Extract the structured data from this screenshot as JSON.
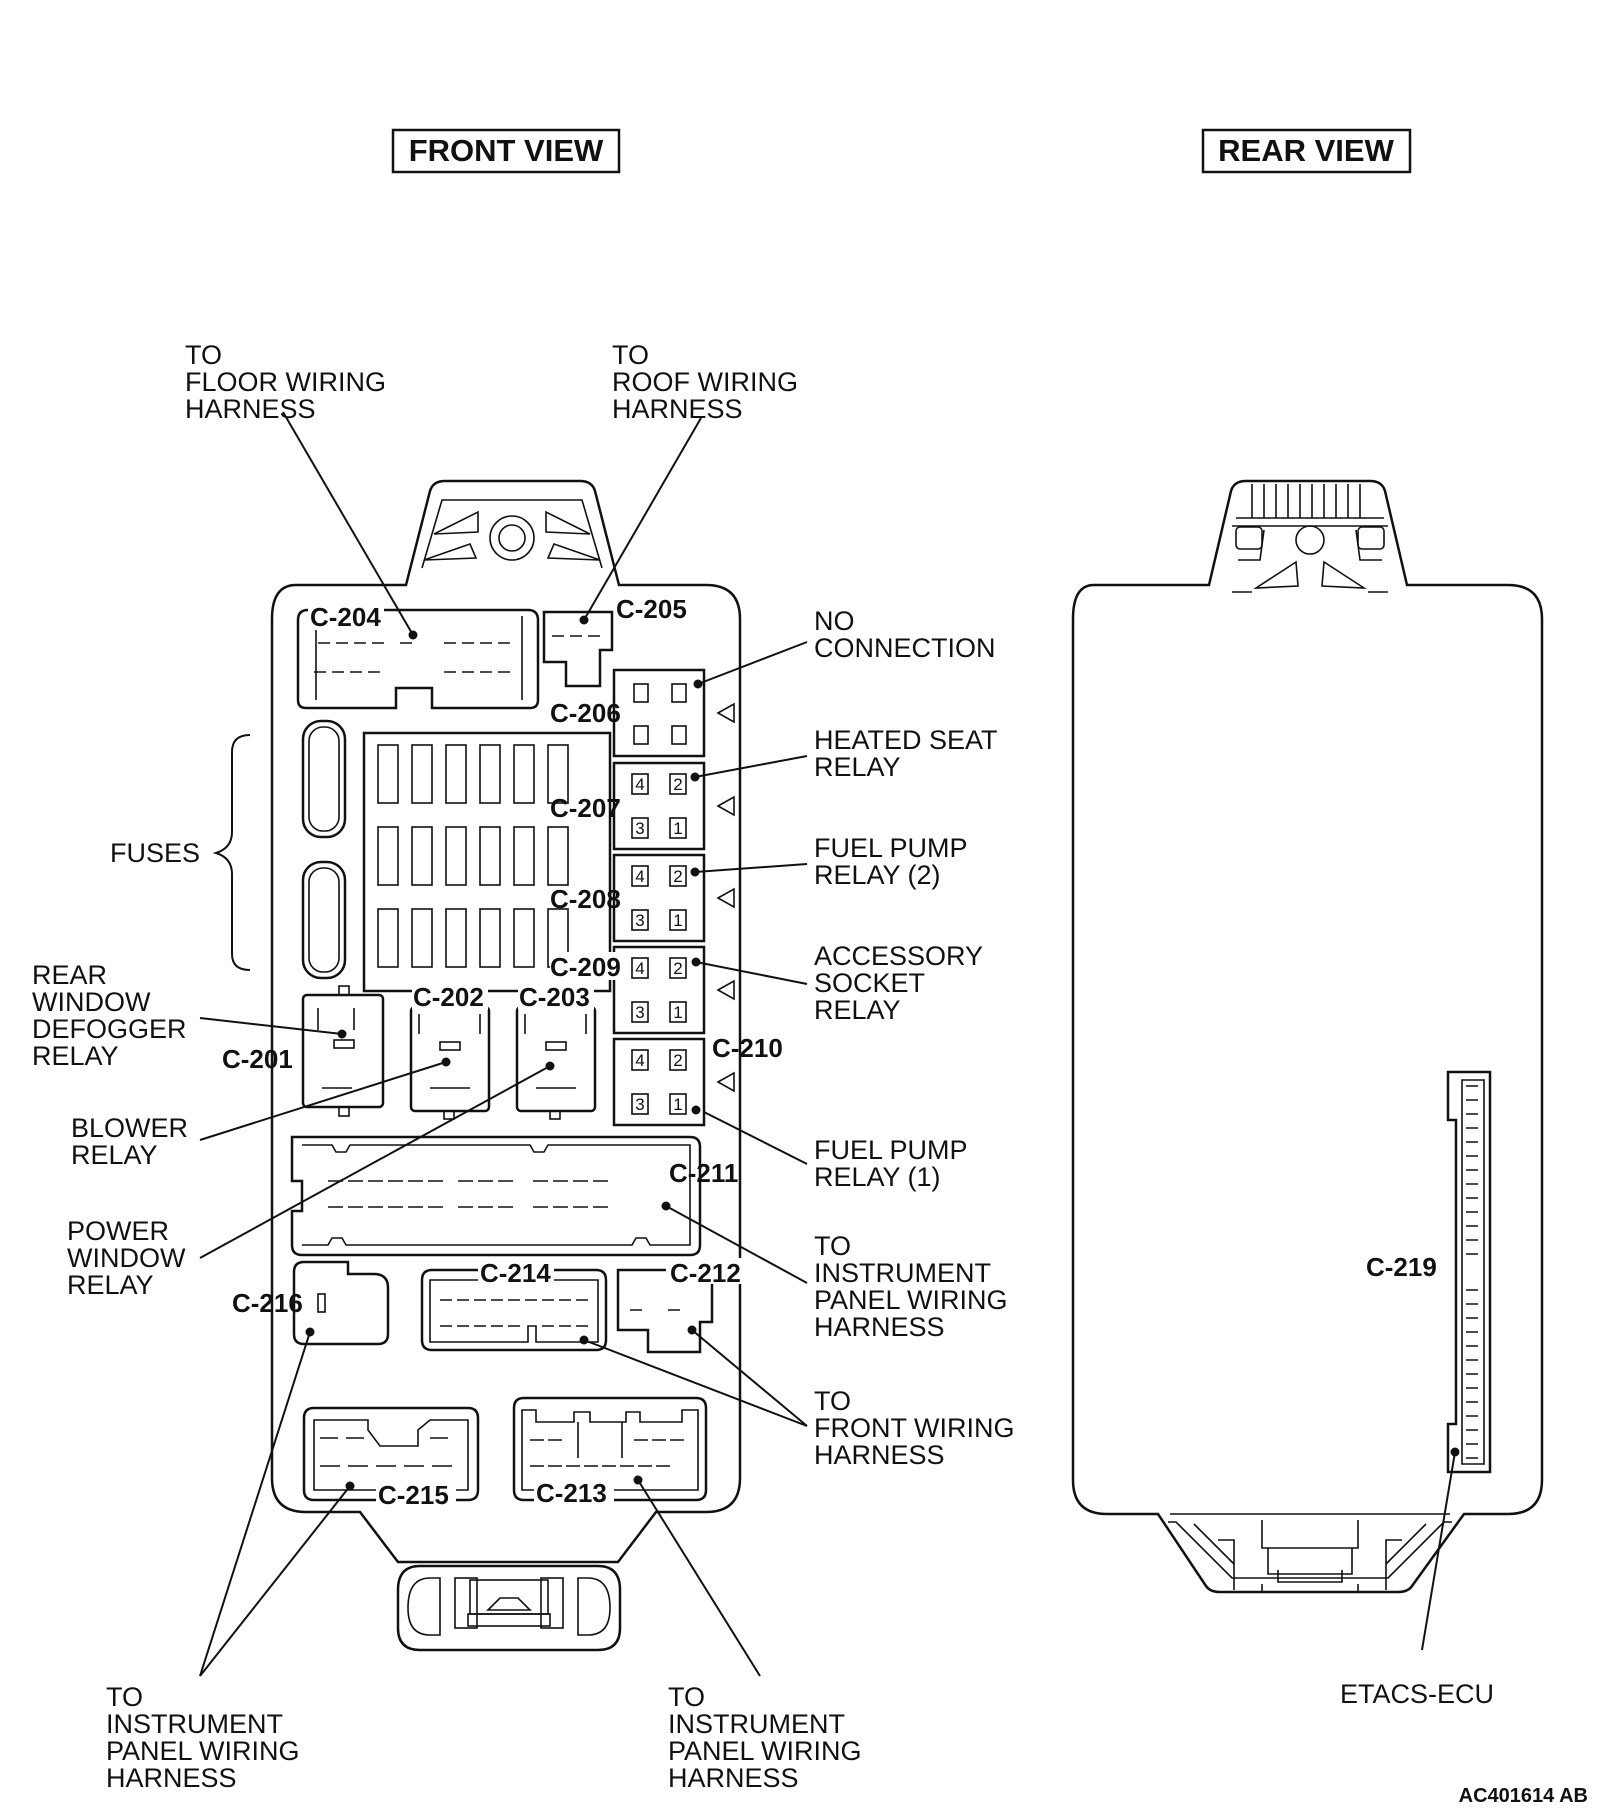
{
  "titles": {
    "front": "FRONT VIEW",
    "rear": "REAR VIEW"
  },
  "connectors": {
    "c201": "C-201",
    "c202": "C-202",
    "c203": "C-203",
    "c204": "C-204",
    "c205": "C-205",
    "c206": "C-206",
    "c207": "C-207",
    "c208": "C-208",
    "c209": "C-209",
    "c210": "C-210",
    "c211": "C-211",
    "c212": "C-212",
    "c213": "C-213",
    "c214": "C-214",
    "c215": "C-215",
    "c216": "C-216",
    "c219": "C-219"
  },
  "labels": {
    "floor": [
      "TO",
      "FLOOR WIRING",
      "HARNESS"
    ],
    "roof": [
      "TO",
      "ROOF WIRING",
      "HARNESS"
    ],
    "no_connection": [
      "NO",
      "CONNECTION"
    ],
    "heated_seat": [
      "HEATED SEAT",
      "RELAY"
    ],
    "fuel_pump_2": [
      "FUEL PUMP",
      "RELAY (2)"
    ],
    "accessory": [
      "ACCESSORY",
      "SOCKET",
      "RELAY"
    ],
    "fuel_pump_1": [
      "FUEL PUMP",
      "RELAY (1)"
    ],
    "ip_right": [
      "TO",
      "INSTRUMENT",
      "PANEL WIRING",
      "HARNESS"
    ],
    "front_wiring": [
      "TO",
      "FRONT WIRING",
      "HARNESS"
    ],
    "fuses": "FUSES",
    "rear_defogger": [
      "REAR",
      "WINDOW",
      "DEFOGGER",
      "RELAY"
    ],
    "blower": [
      "BLOWER",
      "RELAY"
    ],
    "power_window": [
      "POWER",
      "WINDOW",
      "RELAY"
    ],
    "ip_bottom_left": [
      "TO",
      "INSTRUMENT",
      "PANEL WIRING",
      "HARNESS"
    ],
    "ip_bottom_mid": [
      "TO",
      "INSTRUMENT",
      "PANEL WIRING",
      "HARNESS"
    ],
    "etacs": "ETACS-ECU"
  },
  "pins": {
    "p4": "4",
    "p2": "2",
    "p3": "3",
    "p1": "1"
  },
  "figure_code": "AC401614 AB"
}
